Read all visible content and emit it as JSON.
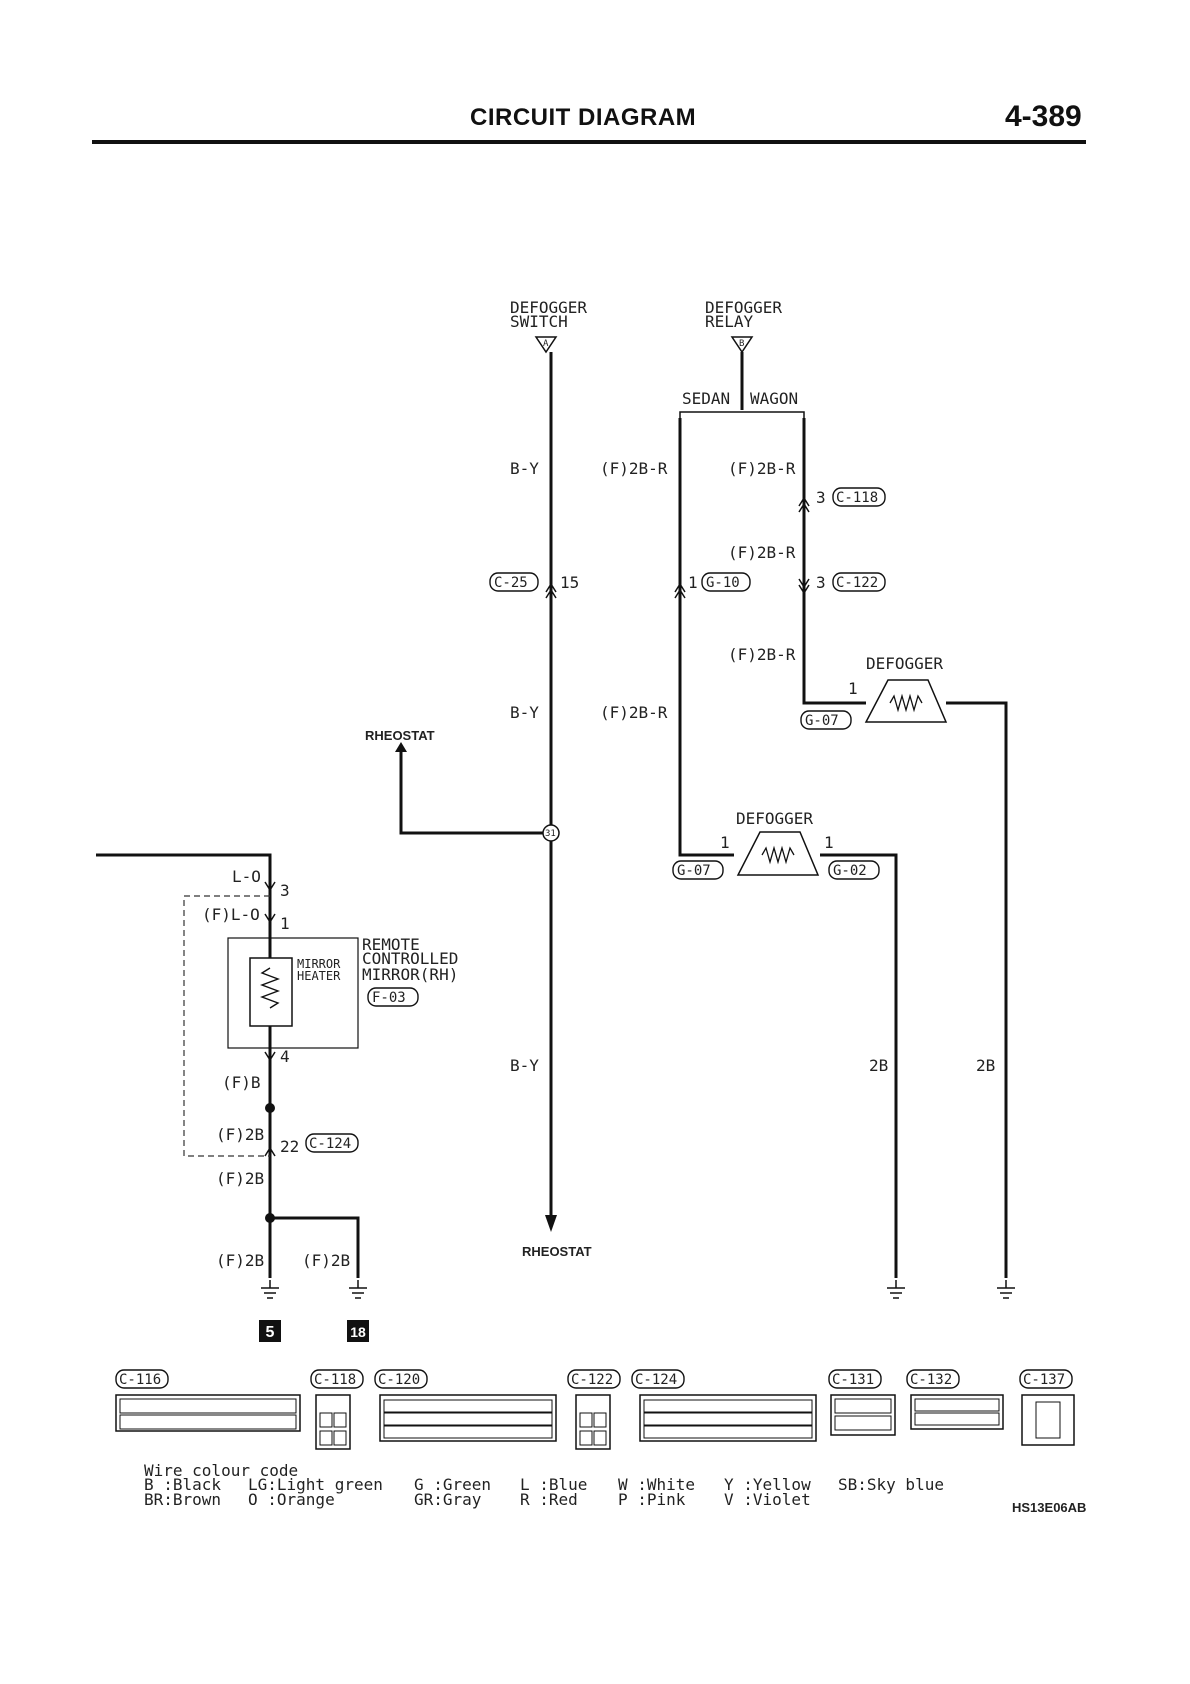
{
  "header": {
    "title": "CIRCUIT DIAGRAM",
    "page": "4-389"
  },
  "top_labels": {
    "switch_line1": "DEFOGGER",
    "switch_line2": "SWITCH",
    "switch_pin": "A",
    "relay_line1": "DEFOGGER",
    "relay_line2": "RELAY",
    "relay_pin": "B",
    "sedan": "SEDAN",
    "wagon": "WAGON"
  },
  "wires": {
    "by_top": "B-Y",
    "by_mid": "B-Y",
    "by_low": "B-Y",
    "f2br_sedan_top": "(F)2B-R",
    "f2br_sedan_mid": "(F)2B-R",
    "f2br_wagon_top": "(F)2B-R",
    "f2br_wagon_mid": "(F)2B-R",
    "f2br_wagon_low": "(F)2B-R",
    "lo": "L-O",
    "flo": "(F)L-O",
    "fb": "(F)B",
    "f2b_a": "(F)2B",
    "f2b_b": "(F)2B",
    "f2b_c": "(F)2B",
    "f2b_d": "(F)2B",
    "b2_left": "2B",
    "b2_right": "2B"
  },
  "connectors": {
    "c25": "C-25",
    "c25_pin": "15",
    "c118": "C-118",
    "c118_pin": "3",
    "c122": "C-122",
    "c122_pin": "3",
    "g10": "G-10",
    "g10_pin": "1",
    "g07_upper": "G-07",
    "g07_lower": "G-07",
    "g02": "G-02",
    "f03": "F-03",
    "c124": "C-124",
    "c124_pin": "22",
    "junction": "31"
  },
  "components": {
    "defogger_upper": "DEFOGGER",
    "defogger_upper_pin": "1",
    "defogger_lower": "DEFOGGER",
    "defogger_lower_pin_left": "1",
    "defogger_lower_pin_right": "1",
    "rheostat_left": "RHEOSTAT",
    "rheostat_bottom": "RHEOSTAT",
    "mirror_heater_line1": "MIRROR",
    "mirror_heater_line2": "HEATER",
    "mirror_line1": "REMOTE",
    "mirror_line2": "CONTROLLED",
    "mirror_line3": "MIRROR(RH)",
    "pin_lo": "3",
    "pin_flo": "1",
    "pin_fb": "4"
  },
  "grounds": {
    "g1": "5",
    "g2": "18"
  },
  "connector_views": {
    "c116": "C-116",
    "c118": "C-118",
    "c120": "C-120",
    "c122": "C-122",
    "c124": "C-124",
    "c131": "C-131",
    "c132": "C-132",
    "c137": "C-137"
  },
  "legend": {
    "title": "Wire colour code",
    "row1": [
      "B :Black",
      "LG:Light green",
      "G :Green",
      "L :Blue",
      "W :White",
      "Y :Yellow",
      "SB:Sky blue"
    ],
    "row2": [
      "BR:Brown",
      "O :Orange",
      "GR:Gray",
      "R :Red",
      "P :Pink",
      "V :Violet"
    ]
  },
  "figure_code": "HS13E06AB"
}
